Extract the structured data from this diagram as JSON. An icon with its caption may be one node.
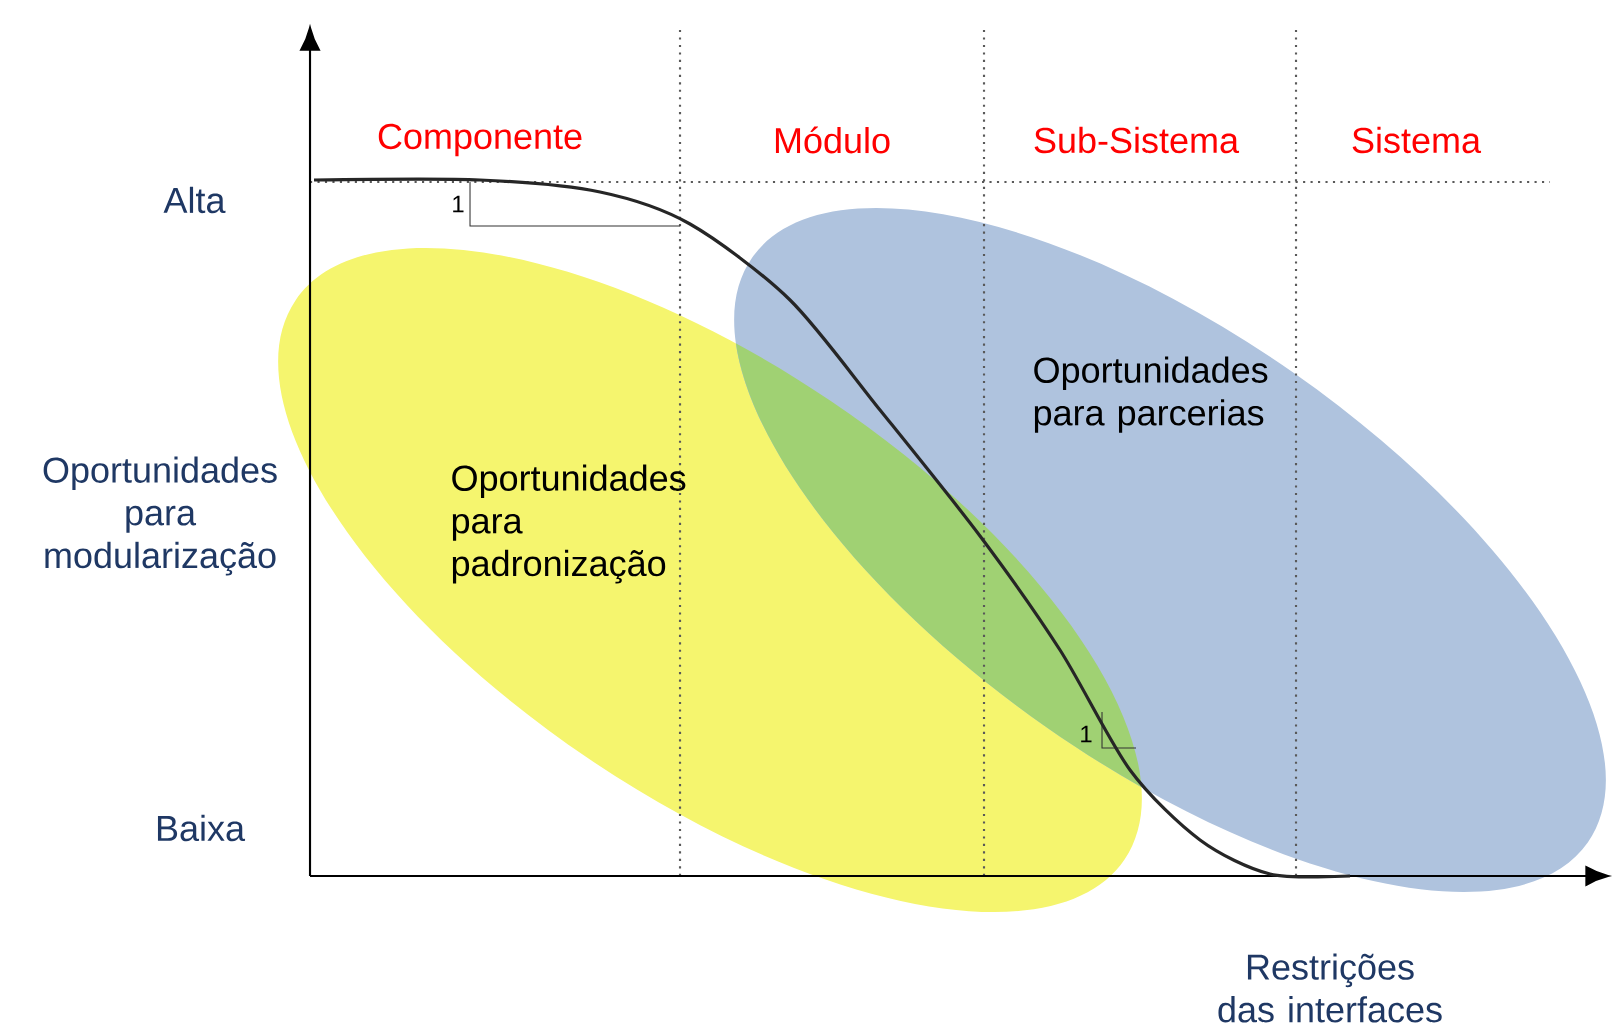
{
  "diagram": {
    "nodes": [
      {
        "text": [
          "Oportunidades para padronização"
        ]
      },
      {
        "text": [
          "Oportunidades para parcerias"
        ]
      }
    ],
    "labels": [
      "Componente",
      "Módulo",
      "Sub-Sistema",
      "Sistema",
      "Alta",
      "1",
      "Oportunidades para modularização",
      "1",
      "Baixa",
      "Restrições das interfaces"
    ]
  }
}
